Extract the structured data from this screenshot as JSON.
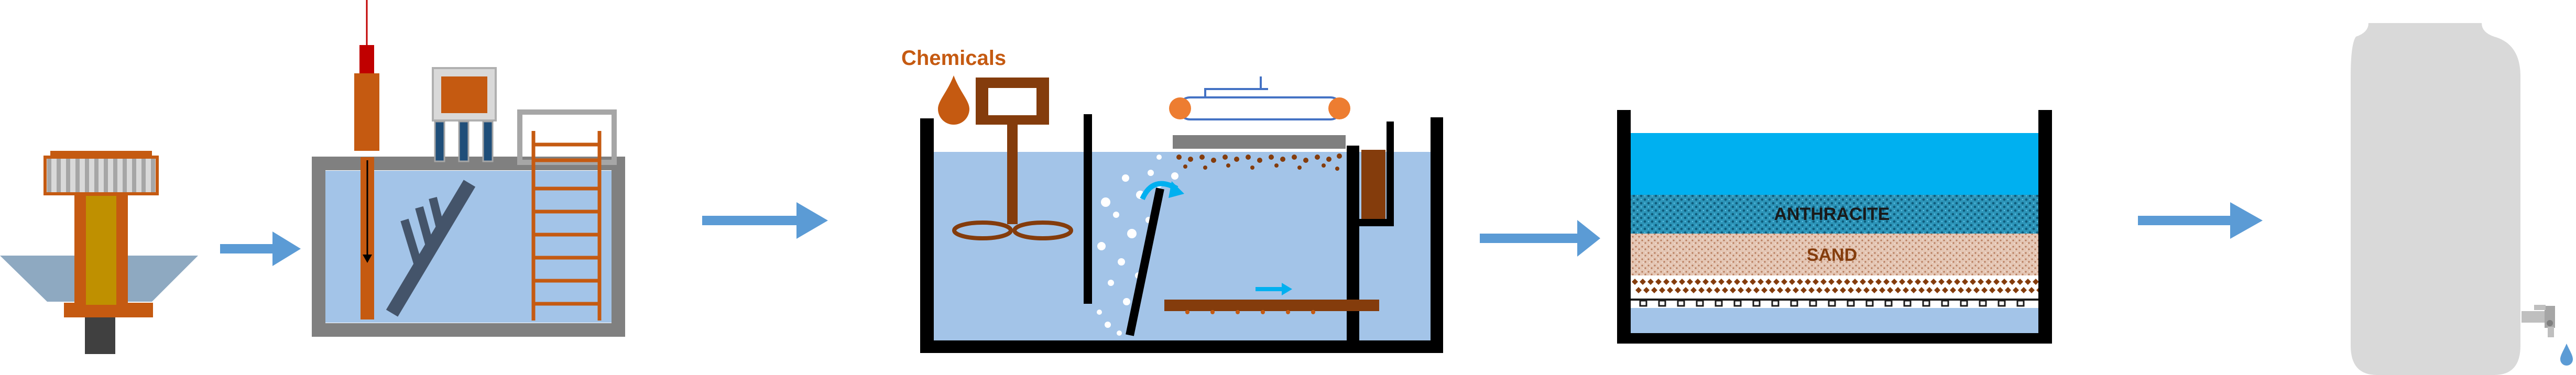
{
  "stages": [
    {
      "id": "intake"
    },
    {
      "id": "screening-chamber"
    },
    {
      "id": "chemical-coagulation-tank",
      "label": "Chemicals"
    },
    {
      "id": "media-filter",
      "layers": [
        "ANTHRACITE",
        "SAND"
      ]
    },
    {
      "id": "clean-water-storage-tank"
    }
  ],
  "colors": {
    "water": "#a3c4e8",
    "wall": "#000000",
    "rust": "#c55a11",
    "brown": "#843c0c",
    "arrow": "#5b9bd5",
    "anthracite_layer": "#00b0f0",
    "gray_frame": "#808080",
    "storage_tank": "#d9d9d9",
    "accent_blue": "#00b0f0"
  },
  "icons": [
    "arrow-right-icon",
    "chemical-drop-icon",
    "faucet-icon",
    "water-drop-icon"
  ]
}
